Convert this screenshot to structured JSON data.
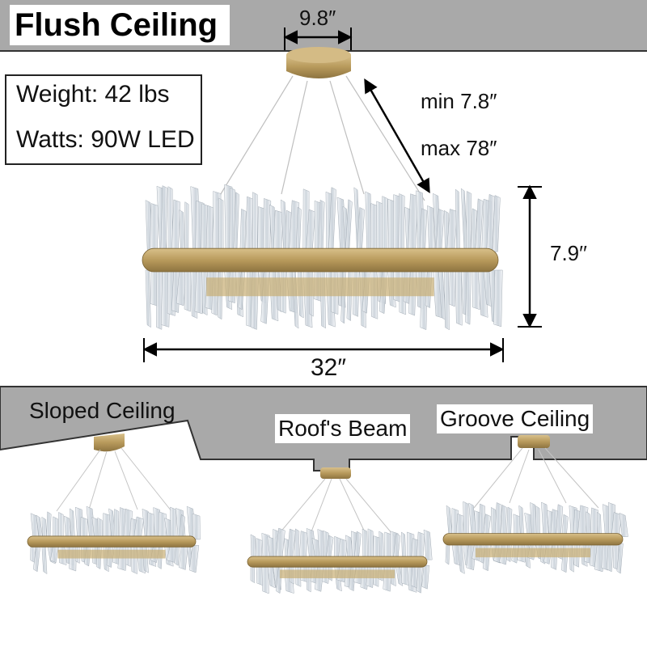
{
  "header": {
    "title": "Flush Ceiling"
  },
  "specs": {
    "weight": "Weight: 42 lbs",
    "watts": "Watts: 90W LED"
  },
  "dimensions": {
    "canopy_width": "9.8″",
    "min_length": "min 7.8″",
    "max_length": "max 78″",
    "height": "7.9′′",
    "diameter": "32″"
  },
  "mounting": {
    "sloped": "Sloped Ceiling",
    "beam": "Roof's Beam",
    "groove": "Groove Ceiling"
  },
  "colors": {
    "ceiling": "#a9a9a9",
    "brass": "#b89a5c",
    "crystal": "#e8edf2"
  }
}
